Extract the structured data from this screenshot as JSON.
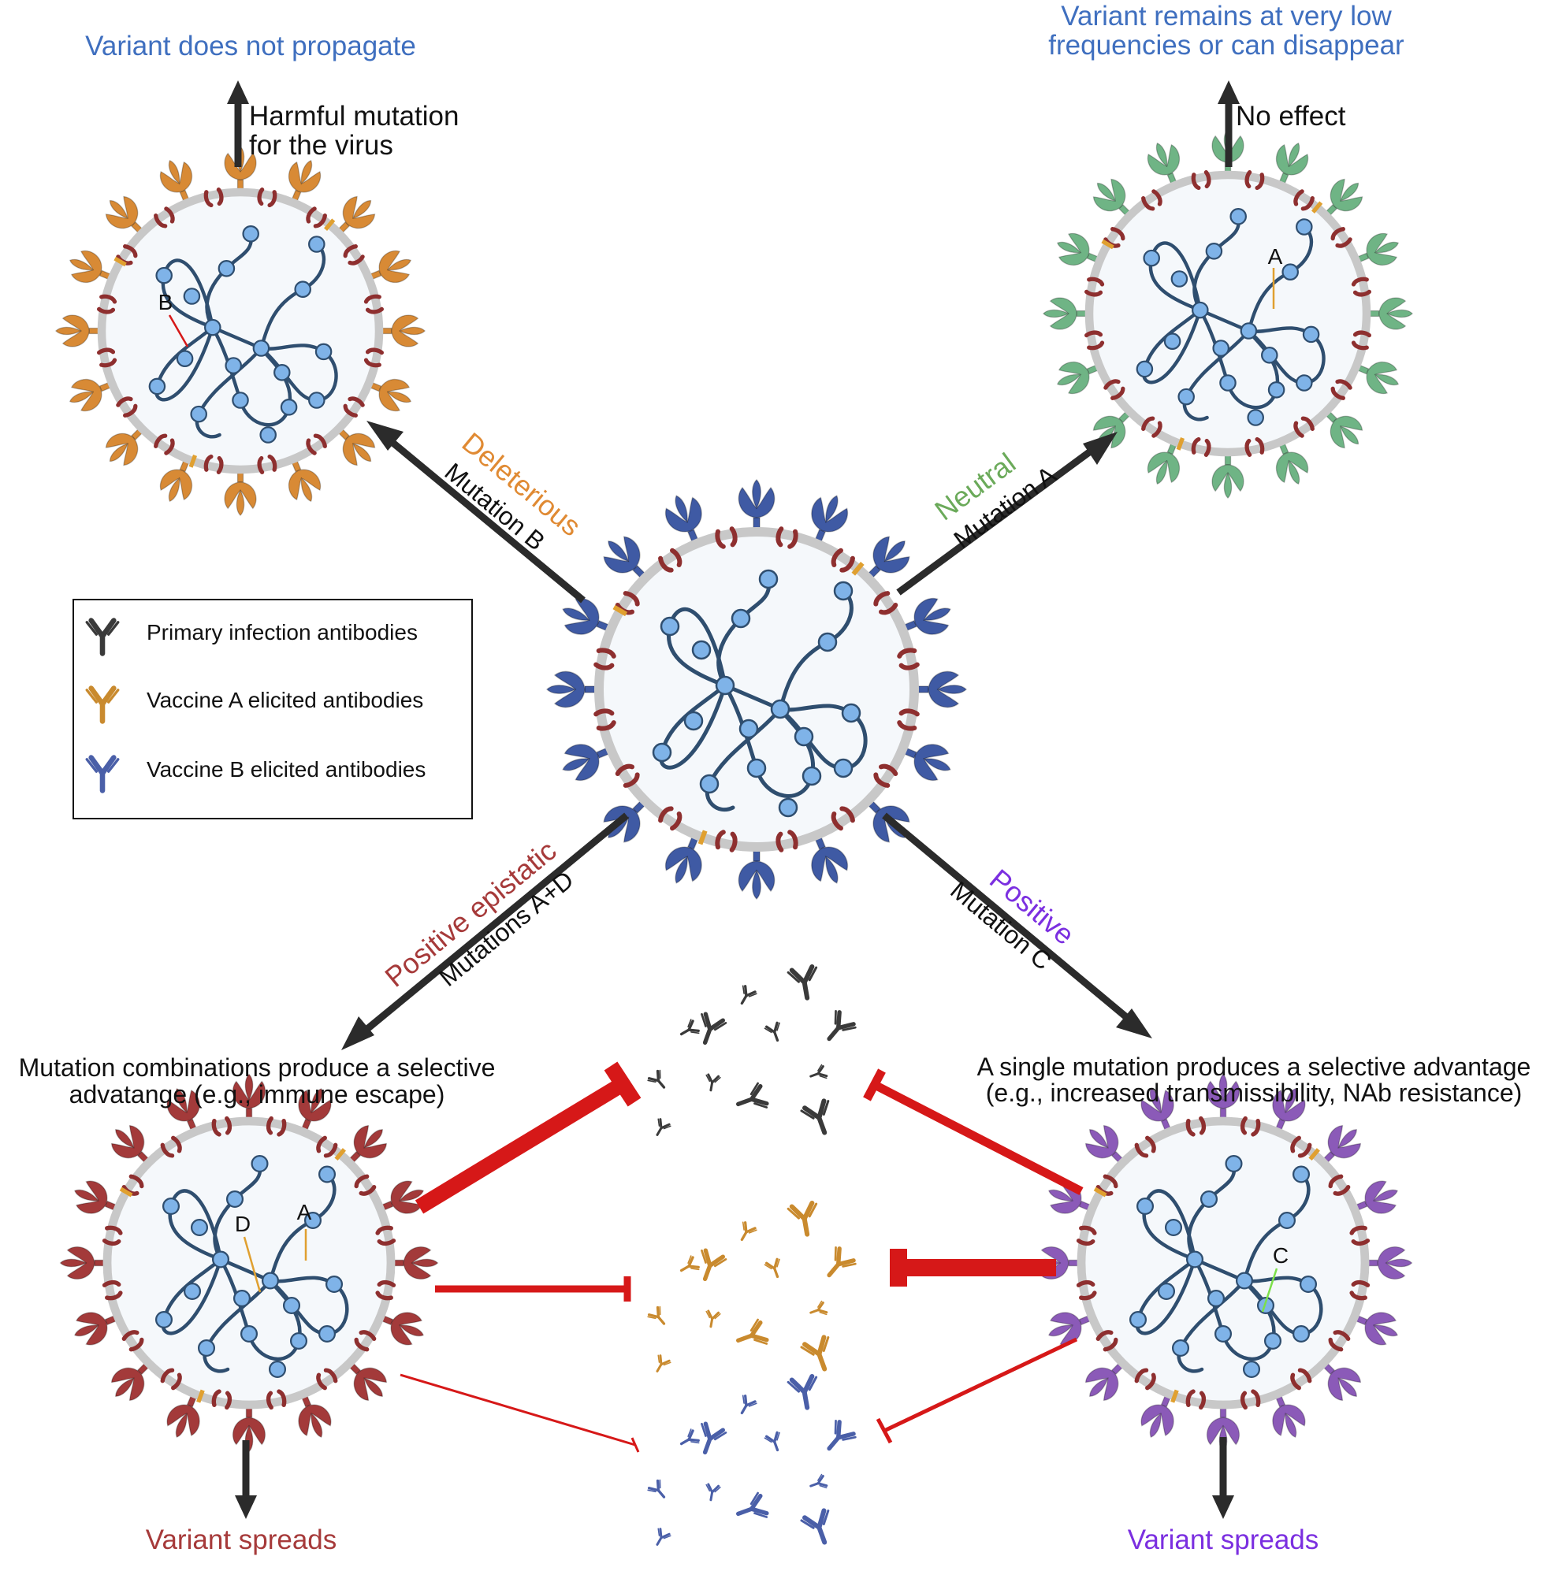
{
  "colors": {
    "orange": "#D88A35",
    "green": "#6FB485",
    "navy": "#3F5AA4",
    "maroon": "#A33A3A",
    "purple": "#8B5AB8",
    "textBlue": "#3F6FBF",
    "textOrange": "#E08A33",
    "textGreen": "#6BAA5A",
    "textMaroon": "#A63A3A",
    "textPurple": "#7B2FE0",
    "red": "#D61818",
    "arrow": "#2b2b2b",
    "rnaLine": "#2F4E6F",
    "rnaBead": "#7FB3E8",
    "membrane": "#C8C8C8"
  },
  "icons": {
    "virus": "coronavirus-icon",
    "antibody": "antibody-icon"
  },
  "outcomes": {
    "deleterious_result": "Variant does not propagate",
    "deleterious_effect_line1": "Harmful mutation",
    "deleterious_effect_line2": "for the virus",
    "neutral_result_line1": "Variant remains at very low",
    "neutral_result_line2": "frequencies or can disappear",
    "neutral_effect": "No effect",
    "epistatic_desc_line1": "Mutation combinations produce a selective",
    "epistatic_desc_line2": "advatange (e.g., immune escape)",
    "positive_desc_line1": "A single mutation produces a selective advantage",
    "positive_desc_line2": "(e.g., increased transmissibility, NAb resistance)",
    "epistatic_result": "Variant spreads",
    "positive_result": "Variant spreads"
  },
  "paths": {
    "deleterious_type": "Deleterious",
    "deleterious_mutation": "Mutation B",
    "neutral_type": "Neutral",
    "neutral_mutation": "Mutation A",
    "epistatic_type": "Positive epistatic",
    "epistatic_mutation": "Mutations A+D",
    "positive_type": "Positive",
    "positive_mutation": "Mutation C"
  },
  "mutation_labels": {
    "tl": "B",
    "tr": "A",
    "bl_1": "D",
    "bl_2": "A",
    "br": "C"
  },
  "legend": {
    "items": [
      {
        "label": "Primary infection antibodies",
        "color": "#3a3a3a"
      },
      {
        "label": "Vaccine A elicited antibodies",
        "color": "#C98A2E"
      },
      {
        "label": "Vaccine B elicited antibodies",
        "color": "#4A5FA8"
      }
    ]
  },
  "antibody_groups": [
    {
      "name": "primary",
      "color": "#3a3a3a"
    },
    {
      "name": "vaccine-a",
      "color": "#C98A2E"
    },
    {
      "name": "vaccine-b",
      "color": "#4A5FA8"
    }
  ]
}
